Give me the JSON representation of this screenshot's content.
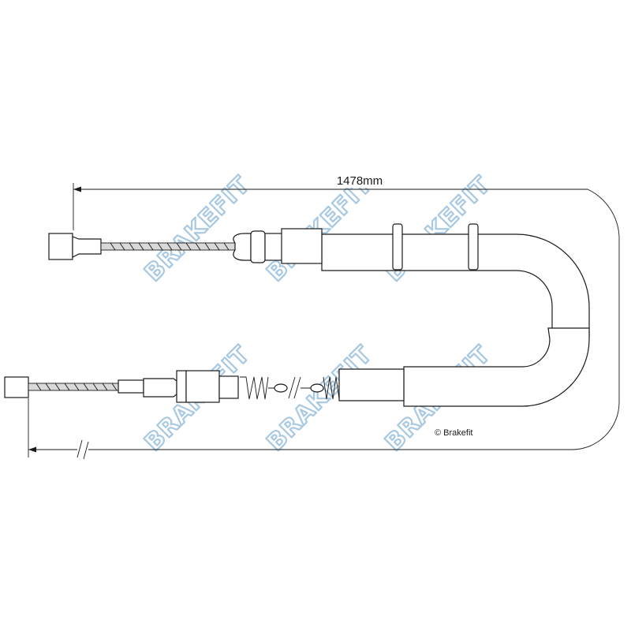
{
  "dimension": {
    "label": "1478mm"
  },
  "watermark": {
    "text": "BRAKEFIT",
    "color": "#a9c9e2"
  },
  "copyright": {
    "text": "© Brakefit"
  },
  "colors": {
    "line": "#1a1a1a",
    "background": "#ffffff"
  }
}
